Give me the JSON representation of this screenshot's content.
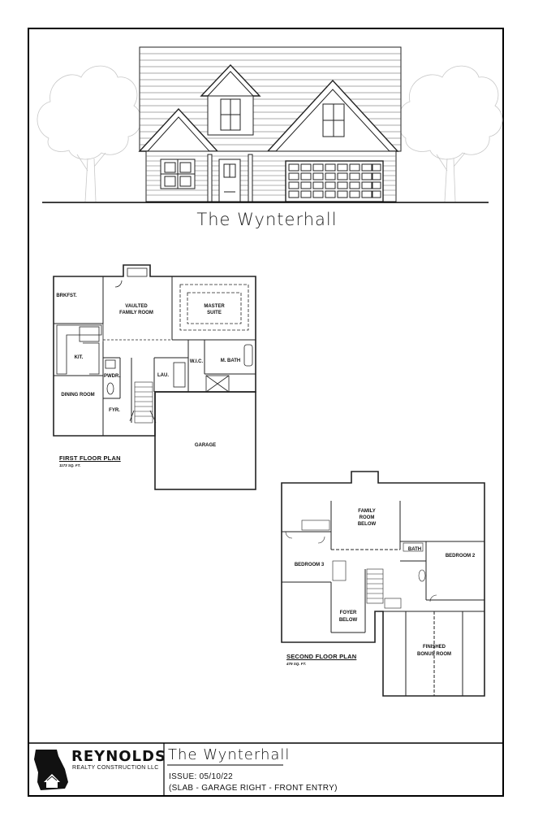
{
  "house_name": "The Wynterhall",
  "first_floor": {
    "title": "FIRST FLOOR PLAN",
    "area": "1173 SQ. FT.",
    "rooms": {
      "breakfast": "BRKFST.",
      "family_room_1": "VAULTED",
      "family_room_2": "FAMILY ROOM",
      "master_1": "MASTER",
      "master_2": "SUITE",
      "kitchen": "KIT.",
      "powder": "PWDR.",
      "laundry": "LAU.",
      "wic": "W.I.C.",
      "master_bath": "M. BATH",
      "dining": "DINING ROOM",
      "foyer": "FYR.",
      "garage": "GARAGE"
    }
  },
  "second_floor": {
    "title": "SECOND FLOOR PLAN",
    "area": "479 SQ. FT.",
    "rooms": {
      "family_below_1": "FAMILY",
      "family_below_2": "ROOM",
      "family_below_3": "BELOW",
      "bath": "BATH",
      "bedroom2": "BEDROOM 2",
      "bedroom3": "BEDROOM 3",
      "foyer_below_1": "FOYER",
      "foyer_below_2": "BELOW",
      "bonus_1": "FINISHED",
      "bonus_2": "BONUS ROOM"
    }
  },
  "title_block": {
    "company": "REYNOLDS",
    "company_sub": "REALTY CONSTRUCTION LLC",
    "house_name": "The Wynterhall",
    "issue": "ISSUE: 05/10/22",
    "note": "(SLAB - GARAGE RIGHT - FRONT ENTRY)"
  }
}
